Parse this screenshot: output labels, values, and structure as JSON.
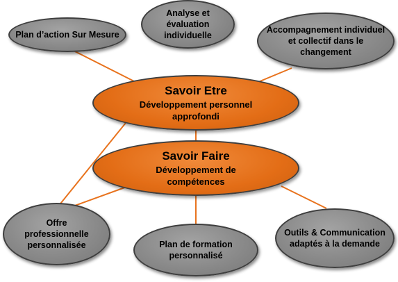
{
  "colors": {
    "connector": "#e8731e",
    "center_fill": "#e36d16",
    "satellite_fill": "#8a8a8a",
    "border": "#3f3f3f"
  },
  "center_top": {
    "title": "Savoir Etre",
    "sub_lines": [
      "Développement personnel",
      "approfondi"
    ]
  },
  "center_bottom": {
    "title": "Savoir Faire",
    "sub_lines": [
      "Développement de",
      "compétences"
    ]
  },
  "satellites": {
    "plan_action": [
      "Plan d’action Sur Mesure"
    ],
    "analyse": [
      "Analyse et",
      "évaluation",
      "individuelle"
    ],
    "accompagnement": [
      "Accompagnement individuel",
      "et collectif dans le",
      "changement"
    ],
    "offre": [
      "Offre",
      "professionnelle",
      "personnalisée"
    ],
    "plan_formation": [
      "Plan de formation",
      "personnalisé"
    ],
    "outils": [
      "Outils & Communication",
      "adaptés à la demande"
    ]
  }
}
